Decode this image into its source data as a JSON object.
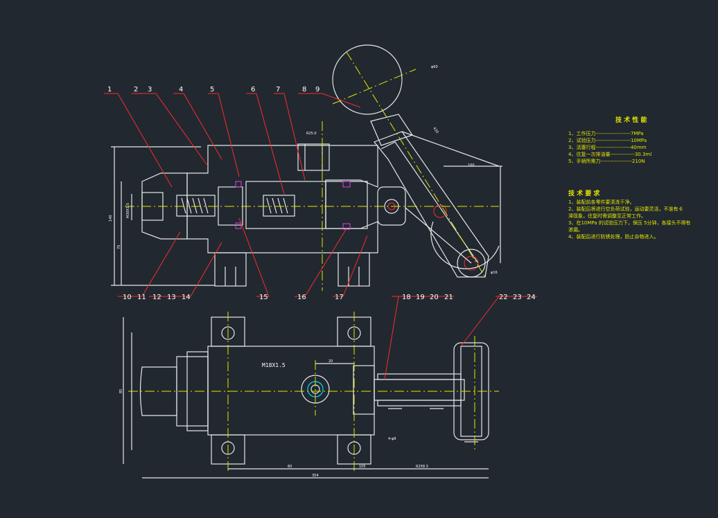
{
  "part_numbers_top": [
    "1",
    "2",
    "3",
    "4",
    "5",
    "6",
    "7",
    "8",
    "9"
  ],
  "part_numbers_bottom": [
    "10",
    "11",
    "12",
    "13",
    "14",
    "15",
    "16",
    "17"
  ],
  "part_numbers_plan": [
    "18",
    "19",
    "20",
    "21",
    "22",
    "23",
    "24"
  ],
  "thread_callout": "M18X1.5",
  "tech_perf": {
    "title": "技 术 性 能",
    "lines": [
      "1、工作压力--------------------7MPa",
      "2、试验压力--------------------10MPa",
      "3、活塞行程--------------------40mm",
      "4、往复一次排油量--------------30.3ml",
      "5、手柄所需力------------------210N"
    ]
  },
  "tech_req": {
    "title": "技 术 要 求",
    "lines": [
      "1、装配前各零件要清洗干净。",
      "2、装配后将进行空负荷试验，运动要灵活，不准有卡",
      "   滞现象，往复时需调整至正常工作。",
      "3、在10MPa 的试验压力下，保压 5分钟，各接头不得有",
      "   渗漏。",
      "4、装配后进行防锈处理，防止杂物进入。"
    ]
  },
  "dims": {
    "top_small": "R25.0",
    "knob": "φ60",
    "lever": "420",
    "offset": "100",
    "left_h": "M30X1.5",
    "left_tall": "140",
    "left_short": "70",
    "pivot": "φ16",
    "plan_a": "60",
    "plan_b": "105",
    "plan_c": "R258.3",
    "plan_total": "354",
    "plan_depth": "85",
    "plan_e": "20",
    "plan_f": "4-φ8"
  },
  "colors": {
    "background": "#212830",
    "outline": "#e8e8e8",
    "leader": "#ff2a2a",
    "centerline": "#e6e600",
    "seal": "#e040e0",
    "ring": "#00d8ff"
  }
}
